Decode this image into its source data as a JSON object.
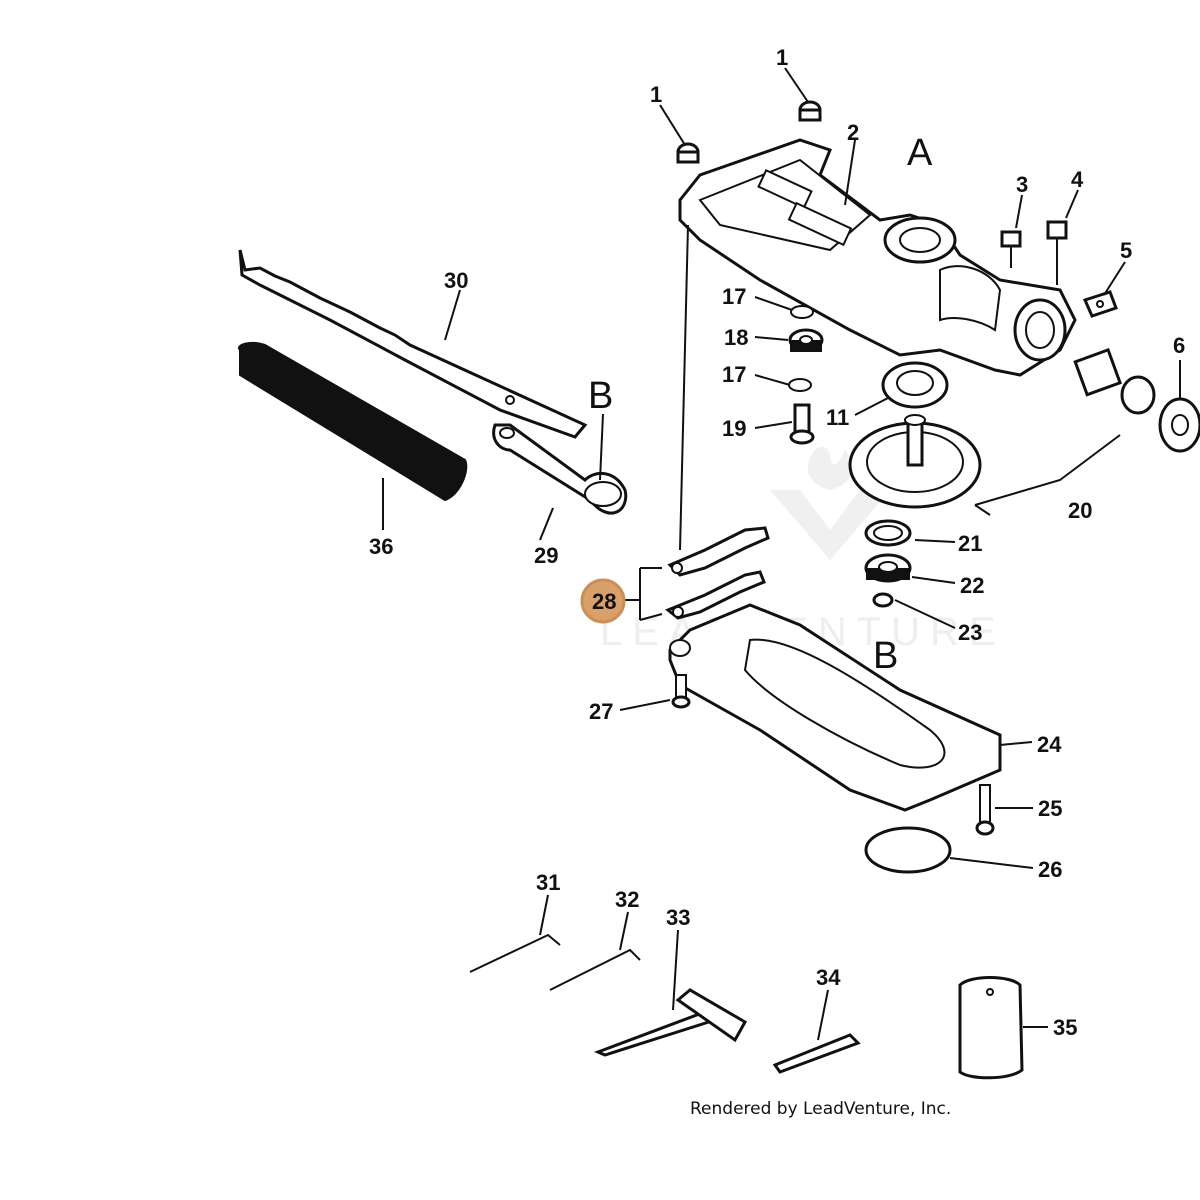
{
  "callouts": [
    "1",
    "1",
    "2",
    "3",
    "4",
    "5",
    "6",
    "11",
    "17",
    "18",
    "17",
    "19",
    "20",
    "21",
    "22",
    "23",
    "24",
    "25",
    "26",
    "27",
    "28",
    "29",
    "30",
    "31",
    "32",
    "33",
    "34",
    "35",
    "36"
  ],
  "view_labels": {
    "a": "A",
    "b1": "B",
    "b2": "B"
  },
  "highlight": {
    "label": "28",
    "color": "#d9a06a"
  },
  "watermark": "LEADVENTURE",
  "footer": "Rendered by LeadVenture, Inc."
}
